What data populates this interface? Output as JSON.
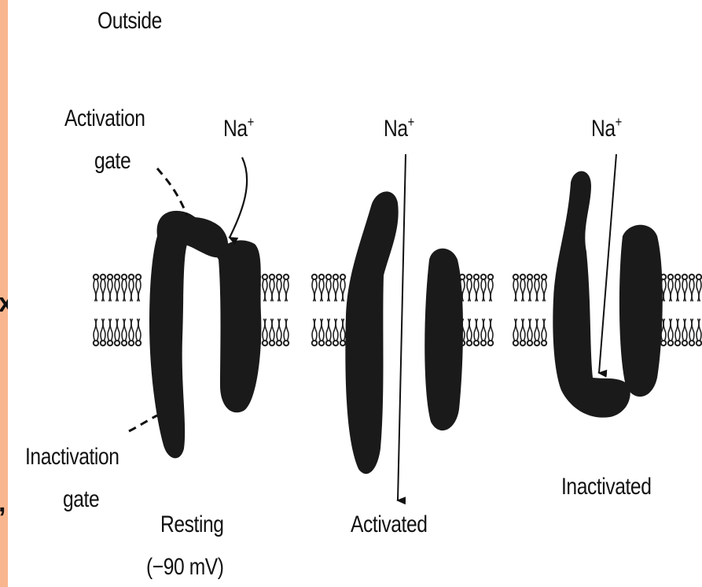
{
  "diagram": {
    "outside_label": "Outside",
    "activation_gate_label_line1": "Activation",
    "activation_gate_label_line2": "gate",
    "inactivation_gate_label_line1": "Inactivation",
    "inactivation_gate_label_line2": "gate",
    "ion": "Na",
    "ion_charge": "+",
    "states": [
      {
        "name": "Resting",
        "detail": "(−90 mV)"
      },
      {
        "name": "Activated"
      },
      {
        "name": "Inactivated"
      }
    ]
  },
  "colors": {
    "background_frame": "#f9b68e",
    "panel": "#ffffff",
    "protein": "#1a1a1a",
    "ink": "#111111"
  },
  "edge_marks": [
    "x",
    ","
  ]
}
